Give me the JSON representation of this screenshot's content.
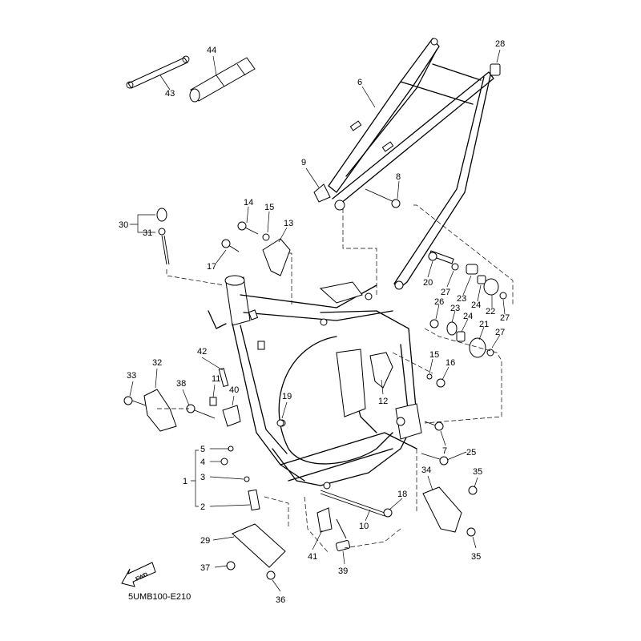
{
  "diagram": {
    "code": "5UMB100-E210",
    "fwd_label": "FWD",
    "callouts": [
      {
        "id": "43",
        "label": "43"
      },
      {
        "id": "44",
        "label": "44"
      },
      {
        "id": "6",
        "label": "6"
      },
      {
        "id": "28",
        "label": "28"
      },
      {
        "id": "9",
        "label": "9"
      },
      {
        "id": "8",
        "label": "8"
      },
      {
        "id": "30",
        "label": "30"
      },
      {
        "id": "31",
        "label": "31"
      },
      {
        "id": "14",
        "label": "14"
      },
      {
        "id": "15a",
        "label": "15"
      },
      {
        "id": "13",
        "label": "13"
      },
      {
        "id": "17",
        "label": "17"
      },
      {
        "id": "20",
        "label": "20"
      },
      {
        "id": "27a",
        "label": "27"
      },
      {
        "id": "23a",
        "label": "23"
      },
      {
        "id": "24a",
        "label": "24"
      },
      {
        "id": "22",
        "label": "22"
      },
      {
        "id": "27b",
        "label": "27"
      },
      {
        "id": "26",
        "label": "26"
      },
      {
        "id": "23b",
        "label": "23"
      },
      {
        "id": "24b",
        "label": "24"
      },
      {
        "id": "21",
        "label": "21"
      },
      {
        "id": "27c",
        "label": "27"
      },
      {
        "id": "15b",
        "label": "15"
      },
      {
        "id": "16",
        "label": "16"
      },
      {
        "id": "12",
        "label": "12"
      },
      {
        "id": "42",
        "label": "42"
      },
      {
        "id": "32",
        "label": "32"
      },
      {
        "id": "33",
        "label": "33"
      },
      {
        "id": "11",
        "label": "11"
      },
      {
        "id": "38",
        "label": "38"
      },
      {
        "id": "40",
        "label": "40"
      },
      {
        "id": "19",
        "label": "19"
      },
      {
        "id": "7",
        "label": "7"
      },
      {
        "id": "25",
        "label": "25"
      },
      {
        "id": "5",
        "label": "5"
      },
      {
        "id": "4",
        "label": "4"
      },
      {
        "id": "1",
        "label": "1"
      },
      {
        "id": "3",
        "label": "3"
      },
      {
        "id": "2",
        "label": "2"
      },
      {
        "id": "34",
        "label": "34"
      },
      {
        "id": "35a",
        "label": "35"
      },
      {
        "id": "18",
        "label": "18"
      },
      {
        "id": "10",
        "label": "10"
      },
      {
        "id": "29",
        "label": "29"
      },
      {
        "id": "41",
        "label": "41"
      },
      {
        "id": "35b",
        "label": "35"
      },
      {
        "id": "37",
        "label": "37"
      },
      {
        "id": "39",
        "label": "39"
      },
      {
        "id": "36",
        "label": "36"
      }
    ]
  }
}
